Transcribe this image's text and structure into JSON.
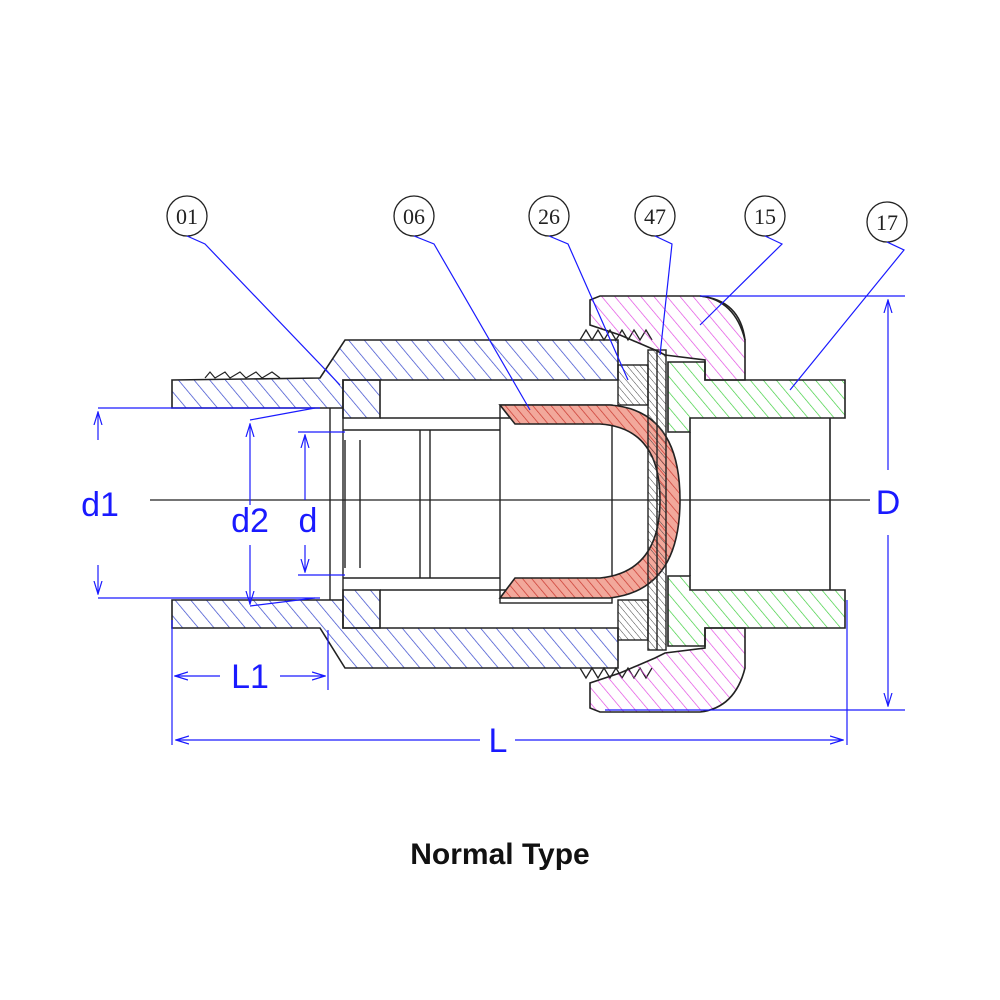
{
  "caption": "Normal Type",
  "balloons": [
    "01",
    "06",
    "26",
    "47",
    "15",
    "17"
  ],
  "dimensions": {
    "d1": "d1",
    "d2": "d2",
    "d": "d",
    "L1": "L1",
    "L": "L",
    "D": "D"
  },
  "colors": {
    "body_hatch": "#3344cc",
    "ball_hatch": "#d9534f",
    "nut_hatch": "#e040e0",
    "end_hatch": "#33cc33",
    "leader": "#1a1aff",
    "outline": "#222222"
  }
}
